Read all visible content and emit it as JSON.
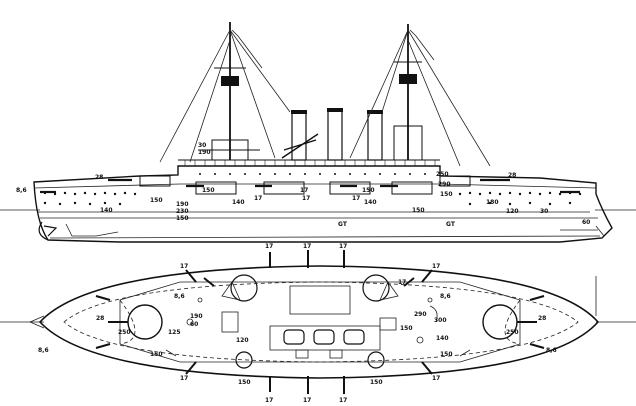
{
  "profile_labels": {
    "bow_28": "28",
    "stern_28": "28",
    "bow_mid_150": "150",
    "bow_low_140": "140",
    "aft_mid_150": "150",
    "aft_low_140": "140",
    "belt_230": "230",
    "belt_150": "150",
    "bridge_30": "30",
    "bridge_190": "190",
    "aft_250": "250",
    "aft_290": "290",
    "aft_150": "150",
    "stern_60": "60",
    "bow_86": "8,6",
    "aft_180": "180",
    "belt_190": "190",
    "deck_17a": "17",
    "deck_17b": "17",
    "deck_17c": "17",
    "deck_140": "140",
    "gt_fore": "GT",
    "gt_aft": "GT",
    "casemate_150a": "150",
    "casemate_150b": "150",
    "casemate_17": "17",
    "aft_120": "120",
    "aft_30": "30"
  },
  "plan_labels": {
    "top_17a": "17",
    "top_17b": "17",
    "top_17c": "17",
    "top_17d": "17",
    "top_17e": "17",
    "top_17f": "17",
    "bottom_17a": "17",
    "bottom_17b": "17",
    "bottom_17c": "17",
    "bottom_17d": "17",
    "bottom_17e": "17",
    "bow_28": "28",
    "stern_28": "28",
    "fwd_86": "8,6",
    "fwd_86b": "8,6",
    "aft_86": "8,6",
    "aft_86b": "8,6",
    "fwd_250": "250",
    "aft_300": "300",
    "aft_250": "250",
    "fwd_125": "125",
    "fwd_190": "190",
    "fwd_60": "60",
    "aft_290": "290",
    "aft_140": "140",
    "aft_150": "150",
    "fwd_150": "150",
    "bottom_150a": "150",
    "bottom_150b": "150",
    "mid_120": "120",
    "mid_150": "150"
  }
}
